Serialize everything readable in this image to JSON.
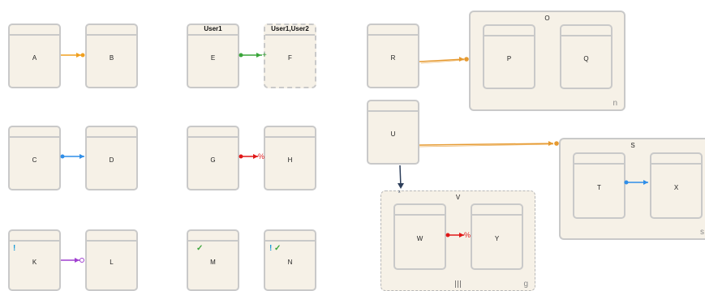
{
  "states": {
    "A": {
      "label": "A"
    },
    "B": {
      "label": "B"
    },
    "C": {
      "label": "C"
    },
    "D": {
      "label": "D"
    },
    "E": {
      "label": "E",
      "header": "User1"
    },
    "F": {
      "label": "F",
      "header": "User1,User2"
    },
    "G": {
      "label": "G"
    },
    "H": {
      "label": "H"
    },
    "K": {
      "label": "K",
      "badge": "!"
    },
    "L": {
      "label": "L"
    },
    "M": {
      "label": "M",
      "badge": "✓"
    },
    "N": {
      "label": "N",
      "badge1": "!",
      "badge2": "✓"
    },
    "R": {
      "label": "R"
    },
    "P": {
      "label": "P"
    },
    "Q": {
      "label": "Q"
    },
    "U": {
      "label": "U"
    },
    "T": {
      "label": "T"
    },
    "X": {
      "label": "X"
    },
    "W": {
      "label": "W"
    },
    "Y": {
      "label": "Y"
    }
  },
  "containers": {
    "O": {
      "title": "O",
      "corner": "n"
    },
    "S": {
      "title": "S",
      "corner": "s"
    },
    "V": {
      "title": "V",
      "corner": "g",
      "bottom": "|||"
    }
  },
  "transitions": {
    "A_B": {
      "color": "#f0a020",
      "head": "dot"
    },
    "C_D": {
      "color": "#2f8ee8",
      "head": "dot-tail"
    },
    "E_F": {
      "color": "#3aa53a",
      "head": "plus"
    },
    "G_H": {
      "color": "#e01818",
      "head": "percent"
    },
    "K_L": {
      "color": "#a040d0",
      "head": "open-circle"
    },
    "R_O": {
      "color": "#e69a30",
      "head": "dot"
    },
    "U_S": {
      "color": "#e69a30",
      "head": "dot"
    },
    "U_V": {
      "color": "#2c3e5a",
      "head": "arrow"
    },
    "T_X": {
      "color": "#2f8ee8",
      "head": "dot-tail"
    },
    "W_Y": {
      "color": "#e01818",
      "head": "percent"
    }
  },
  "transition_labels": {
    "percent": "%",
    "plus": "+"
  }
}
